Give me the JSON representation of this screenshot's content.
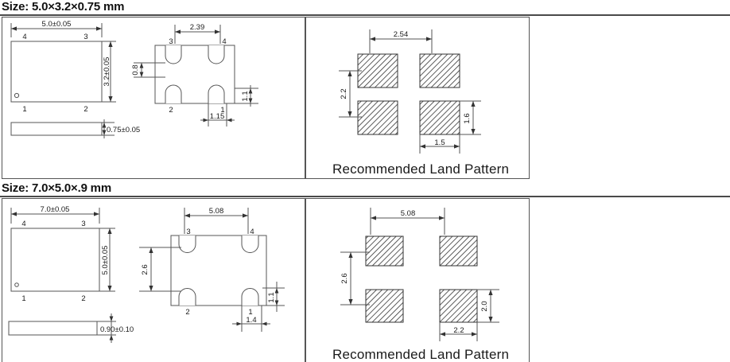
{
  "document": {
    "type": "mechanical-drawing-sheet",
    "background": "#ffffff",
    "line_color": "#555555",
    "text_color": "#1a1a1a"
  },
  "sections": [
    {
      "id": "size-5032",
      "title": "Size: 5.0×3.2×0.75 mm",
      "top_view": {
        "width_dim": "5.0±0.05",
        "height_dim": "3.2±0.05",
        "pins": [
          "1",
          "2",
          "3",
          "4"
        ],
        "pin1_marker": "dot"
      },
      "side_view": {
        "thickness_dim": "0.75±0.05"
      },
      "bottom_view": {
        "pad_pitch_x": "2.39",
        "pad_pitch_y": "0.8",
        "pad_height": "1.1",
        "pad_width": "1.15",
        "pins": [
          "1",
          "2",
          "3",
          "4"
        ]
      },
      "land_pattern": {
        "caption": "Recommended Land Pattern",
        "pitch_x": "2.54",
        "pitch_y": "2.2",
        "pad_width": "1.5",
        "pad_height": "1.6"
      }
    },
    {
      "id": "size-7050",
      "title": "Size: 7.0×5.0×.9 mm",
      "top_view": {
        "width_dim": "7.0±0.05",
        "height_dim": "5.0±0.05",
        "pins": [
          "1",
          "2",
          "3",
          "4"
        ],
        "pin1_marker": "dot"
      },
      "side_view": {
        "thickness_dim": "0.90±0.10"
      },
      "bottom_view": {
        "pad_pitch_x": "5.08",
        "pad_pitch_y": "2.6",
        "pad_height": "1.1",
        "pad_width": "1.4",
        "pins": [
          "1",
          "2",
          "3",
          "4"
        ]
      },
      "land_pattern": {
        "caption": "Recommended Land Pattern",
        "pitch_x": "5.08",
        "pitch_y": "2.6",
        "pad_width": "2.2",
        "pad_height": "2.0"
      }
    }
  ]
}
